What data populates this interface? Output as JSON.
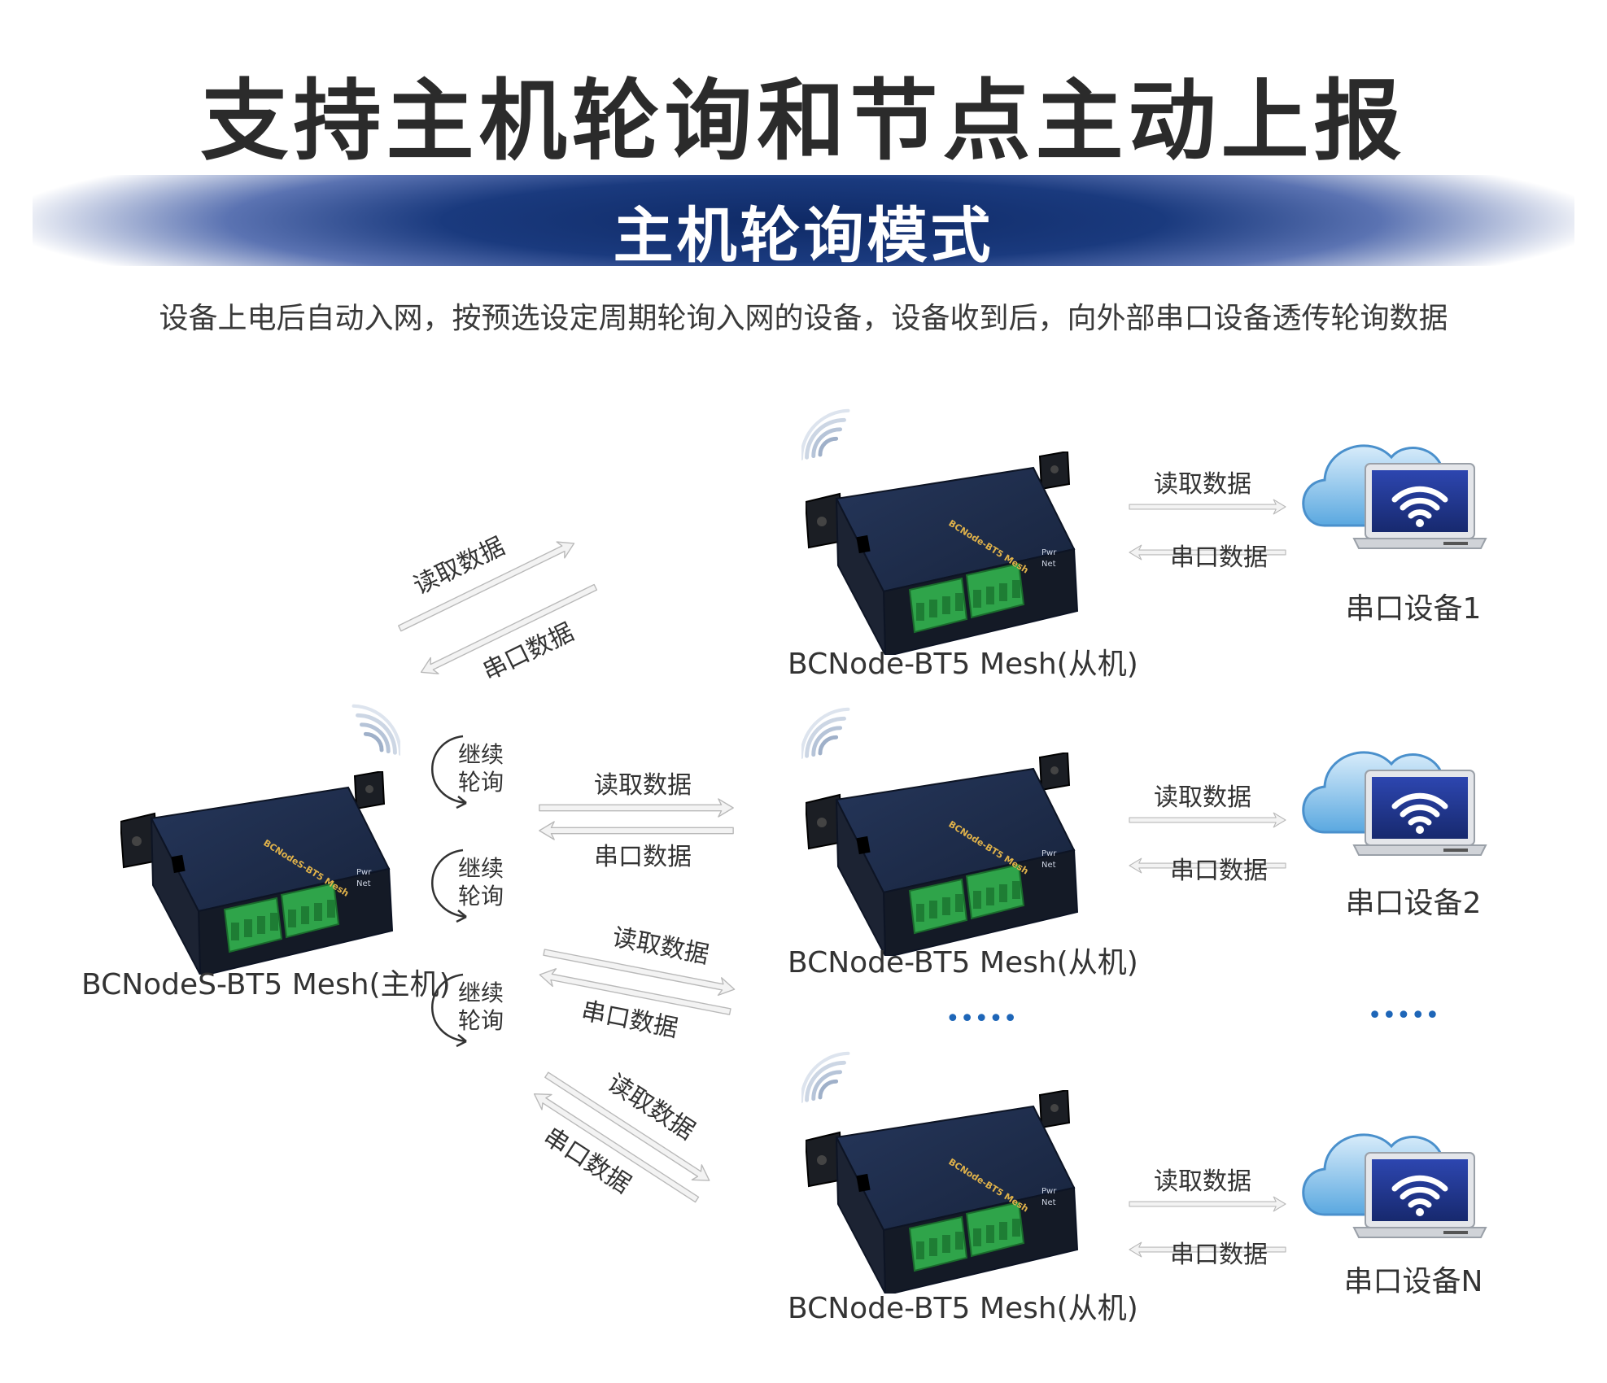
{
  "title": "支持主机轮询和节点主动上报",
  "banner": {
    "title": "主机轮询模式"
  },
  "subtitle": "设备上电后自动入网，按预选设定周期轮询入网的设备，设备收到后，向外部串口设备透传轮询数据",
  "master": {
    "caption": "BCNodeS-BT5 Mesh(主机)",
    "device_label": "BCNodeS-BT5 Mesh"
  },
  "slaves": [
    {
      "caption": "BCNode-BT5 Mesh(从机)",
      "device_label": "BCNode-BT5 Mesh"
    },
    {
      "caption": "BCNode-BT5 Mesh(从机)",
      "device_label": "BCNode-BT5 Mesh"
    },
    {
      "caption": "BCNode-BT5 Mesh(从机)",
      "device_label": "BCNode-BT5 Mesh"
    }
  ],
  "serial_devices": [
    {
      "caption": "串口设备1"
    },
    {
      "caption": "串口设备2"
    },
    {
      "caption": "串口设备N"
    }
  ],
  "arrows": {
    "read": "读取数据",
    "serial": "串口数据"
  },
  "loop": {
    "line1": "继续",
    "line2": "轮询"
  },
  "led_labels": {
    "pwr": "Pwr",
    "net": "Net"
  },
  "ellipsis": "•••••",
  "colors": {
    "banner": "#1a3a7e",
    "device_body": "#1f2d4a",
    "terminal": "#2fa44a",
    "cloud": "#6ab7e8",
    "dots": "#1e66b8"
  }
}
